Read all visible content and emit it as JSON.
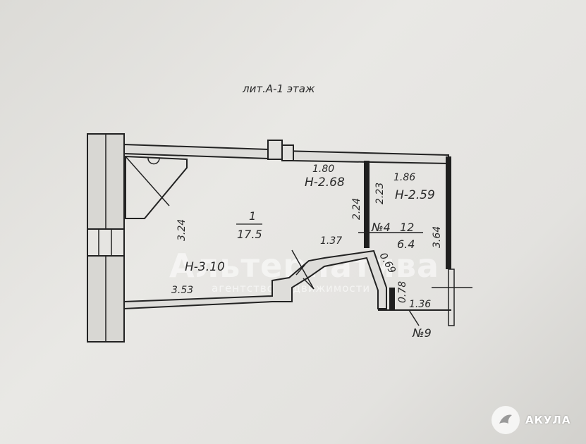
{
  "plan": {
    "title": "лит.А-1 этаж",
    "room1": {
      "width_top": "1.80",
      "height": "Н-2.68",
      "side_left": "3.24",
      "number": "1",
      "area": "17.5",
      "height2": "Н-3.10",
      "width_bottom": "3.53",
      "inner_width": "1.37",
      "inner_side": "2.24"
    },
    "room4": {
      "width_top": "1.86",
      "height": "Н-2.59",
      "side_left": "2.23",
      "number_label": "№4",
      "number": "12",
      "area": "6.4",
      "side_right": "3.64",
      "diag": "0.69",
      "small_side": "0.78",
      "width_bottom": "1.36"
    },
    "footnote": "№9"
  },
  "watermark": {
    "text": "Альтернатива",
    "sub": "агентство недвижимости"
  },
  "brand": {
    "name": "АКУЛА"
  }
}
